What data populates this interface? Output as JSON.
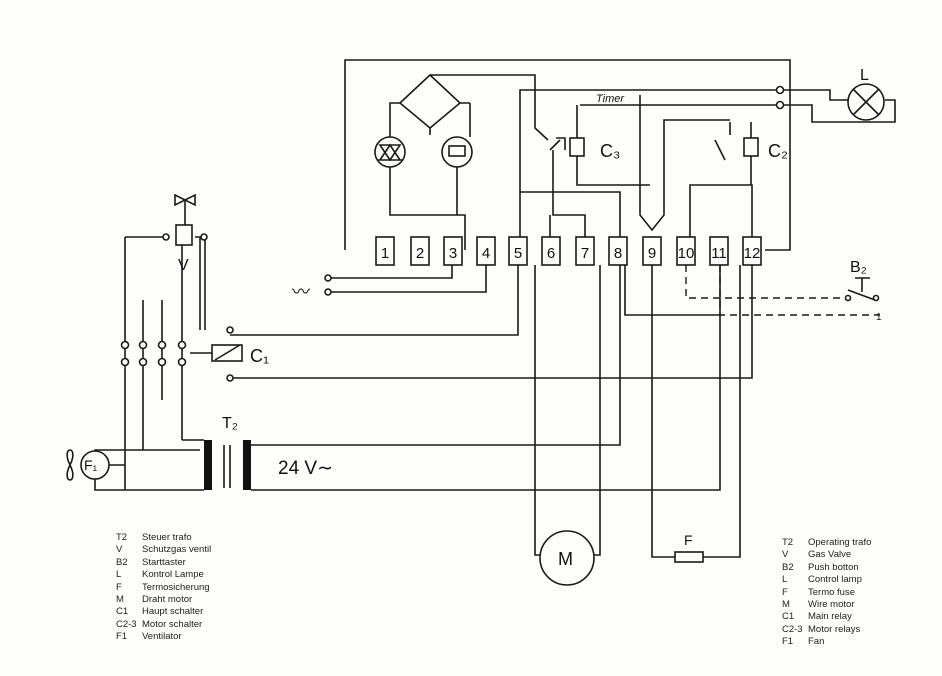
{
  "diagram": {
    "terminals": [
      "1",
      "2",
      "3",
      "4",
      "5",
      "6",
      "7",
      "8",
      "9",
      "10",
      "11",
      "12"
    ],
    "labels": {
      "lamp": "L",
      "relay_c3": "C₃",
      "relay_c2": "C₂",
      "timer": "Timer",
      "push_button": "B₂",
      "main_relay": "C₁",
      "gas_valve": "V",
      "transformer": "T₂",
      "voltage": "24 V∼",
      "motor": "M",
      "fuse": "F",
      "fan": "F₁",
      "switch_mark": "1"
    }
  },
  "legend_de": [
    {
      "key": "T2",
      "text": "Steuer trafo"
    },
    {
      "key": "V",
      "text": "Schutzgas ventil"
    },
    {
      "key": "B2",
      "text": "Starttaster"
    },
    {
      "key": "L",
      "text": "Kontrol Lampe"
    },
    {
      "key": "F",
      "text": "Termosicherung"
    },
    {
      "key": "M",
      "text": "Draht motor"
    },
    {
      "key": "C1",
      "text": "Haupt schalter"
    },
    {
      "key": "C2-3",
      "text": "Motor schalter"
    },
    {
      "key": "F1",
      "text": "Ventilator"
    }
  ],
  "legend_en": [
    {
      "key": "T2",
      "text": "Operating trafo"
    },
    {
      "key": "V",
      "text": "Gas Valve"
    },
    {
      "key": "B2",
      "text": "Push botton"
    },
    {
      "key": "L",
      "text": "Control lamp"
    },
    {
      "key": "F",
      "text": "Termo fuse"
    },
    {
      "key": "M",
      "text": "Wire motor"
    },
    {
      "key": "C1",
      "text": "Main relay"
    },
    {
      "key": "C2-3",
      "text": "Motor relays"
    },
    {
      "key": "F1",
      "text": "Fan"
    }
  ]
}
